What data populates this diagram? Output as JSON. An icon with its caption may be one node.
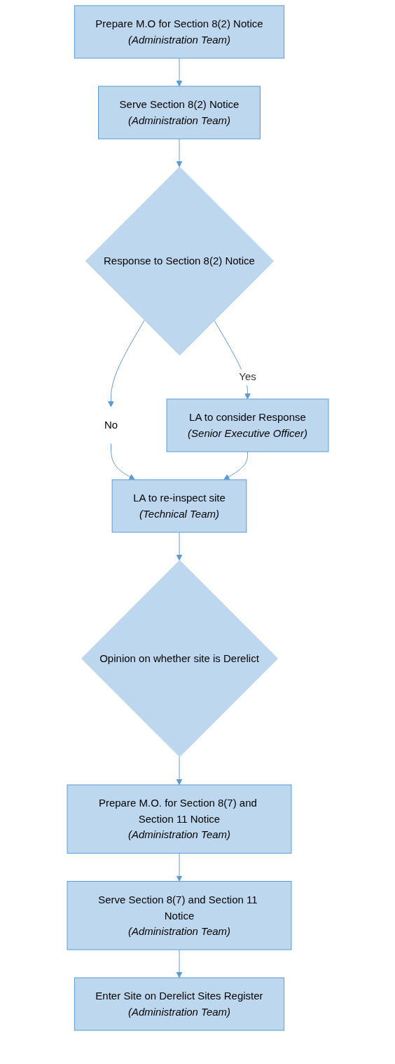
{
  "diagram": {
    "nodes": [
      {
        "text": [
          "Prepare M.O for Section 8(2) Notice",
          "(Administration Team)"
        ]
      },
      {
        "text": [
          "Serve Section 8(2) Notice",
          "(Administration Team)"
        ]
      },
      {
        "text": [
          "Response to Section 8(2) Notice"
        ]
      },
      {
        "text": [
          "No"
        ]
      },
      {
        "text": [
          "LA to consider Response",
          "(Senior Executive Officer)"
        ]
      },
      {
        "text": [
          "LA to re-inspect site",
          "(Technical Team)"
        ]
      },
      {
        "text": [
          "Opinion on whether site is Derelict"
        ]
      },
      {
        "text": [
          "Prepare M.O. for Section 8(7) and Section 11 Notice",
          "(Administration Team)"
        ]
      },
      {
        "text": [
          "Serve Section 8(7) and Section 11 Notice",
          "(Administration Team)"
        ]
      },
      {
        "text": [
          "Enter Site on Derelict Sites Register",
          "(Administration Team)"
        ]
      }
    ],
    "edges": [
      {
        "from": 0,
        "to": 1,
        "arrow": "to"
      },
      {
        "from": 1,
        "to": 2,
        "arrow": "to"
      },
      {
        "from": 2,
        "to": 4,
        "arrow": "to",
        "label": "Yes"
      },
      {
        "from": 2,
        "to": 3,
        "arrow": "to"
      },
      {
        "from": 3,
        "to": 5,
        "arrow": "to"
      },
      {
        "from": 4,
        "to": 5,
        "arrow": "to"
      },
      {
        "from": 5,
        "to": 6,
        "arrow": "to"
      },
      {
        "from": 6,
        "to": 7,
        "arrow": "to"
      },
      {
        "from": 7,
        "to": 8,
        "arrow": "to"
      },
      {
        "from": 8,
        "to": 9,
        "arrow": "to"
      }
    ]
  }
}
